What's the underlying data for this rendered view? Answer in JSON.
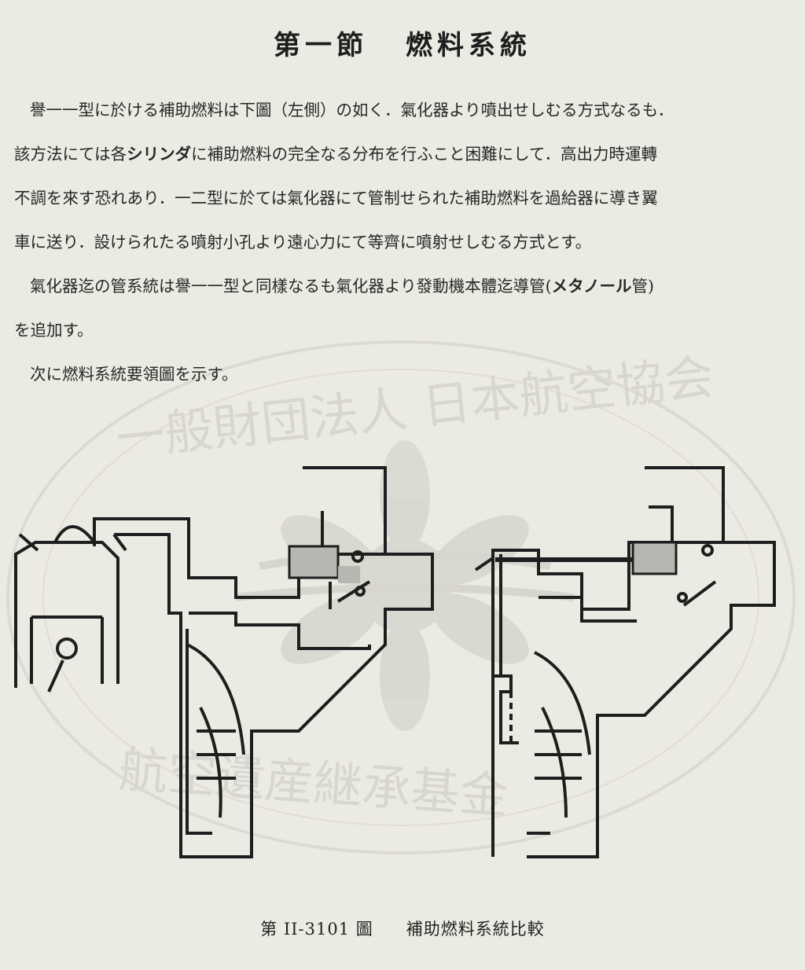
{
  "title": {
    "section": "第一節",
    "heading": "燃料系統"
  },
  "paragraphs": {
    "p1_l1": "譽一一型に於ける補助燃料は下圖（左側）の如く．氣化器より噴出せしむる方式なるも．",
    "p1_l2_a": "該方法にては各",
    "p1_l2_b": "シリンダ",
    "p1_l2_c": "に補助燃料の完全なる分布を行ふこと困難にして．高出力時運轉",
    "p1_l3": "不調を來す恐れあり．一二型に於ては氣化器にて管制せられた補助燃料を過給器に導き翼",
    "p1_l4": "車に送り．設けられたる噴射小孔より遠心力にて等齊に噴射せしむる方式とす。",
    "p2_l1_a": "氣化器迄の管系統は譽一一型と同樣なるも氣化器より發動機本體迄導管(",
    "p2_l1_b": "メタノール",
    "p2_l1_c": "管)",
    "p2_l2": "を追加す。",
    "p3_l1": "次に燃料系統要領圖を示す。"
  },
  "watermark": {
    "arc_top": "一般財団法人 日本航空協会",
    "arc_bottom": "航空遺産継承基金"
  },
  "caption": {
    "figure_number": "第 II-3101 圖",
    "figure_title": "補助燃料系統比較"
  },
  "colors": {
    "paper": "#ecebe3",
    "ink": "#1e1e1e",
    "shading": "#b9b9b3",
    "watermark": "#d9d8d0"
  }
}
